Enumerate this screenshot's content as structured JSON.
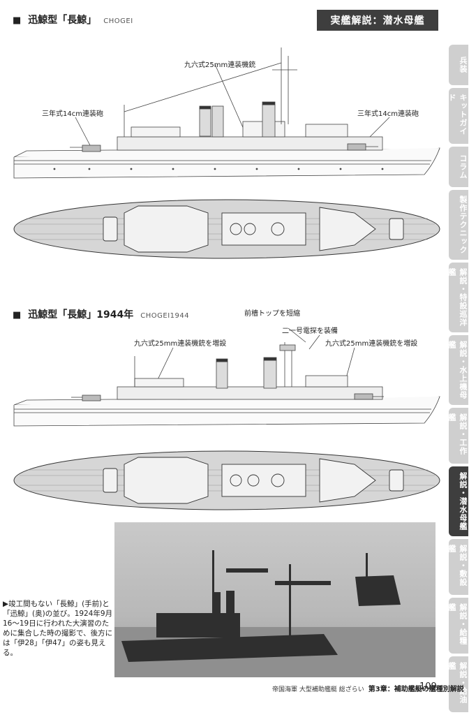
{
  "header": {
    "section1_title": "迅鯨型「長鯨」",
    "section1_en": "CHOGEI",
    "banner": "実艦解説：潜水母艦",
    "section2_title": "迅鯨型「長鯨」1944年",
    "section2_en": "CHOGEI1944"
  },
  "tabs": [
    {
      "label": "兵装"
    },
    {
      "label": "キットガイド"
    },
    {
      "label": "コラム"
    },
    {
      "label": "製作テクニック"
    },
    {
      "label": "解説・特設巡洋艦"
    },
    {
      "label": "解説・水上機母艦"
    },
    {
      "label": "解説・工作艦"
    },
    {
      "label": "解説・潜水母艦"
    },
    {
      "label": "解説・敷設艦"
    },
    {
      "label": "解説・給糧艦"
    },
    {
      "label": "解説・給油艦"
    }
  ],
  "active_tab": "解説・潜水母艦",
  "callouts1": {
    "left": "三年式14cm連装砲",
    "center": "九六式25mm連装機銃",
    "right": "三年式14cm連装砲"
  },
  "callouts2": {
    "top1": "前檣トップを短縮",
    "top2": "二一号電探を装備",
    "left": "九六式25mm連装機銃を増設",
    "right": "九六式25mm連装機銃を増設"
  },
  "photo_caption": "▶竣工間もない「長鯨」(手前)と「迅鯨」(奥)の並び。1924年9月16～19日に行われた大演習のために集合した時の撮影で、後方には「伊28」「伊47」の姿も見える。",
  "footer": {
    "book": "帝国海軍 大型補助艦艇 総ざらい",
    "chapter": "第3章：補助艦艇の艦種別解説",
    "page": "109"
  },
  "colors": {
    "banner": "#3e3e3e",
    "tab_inactive": "#cfcfcf",
    "tab_active": "#3e3e3e",
    "deck_wood": "#d6d6d6"
  }
}
